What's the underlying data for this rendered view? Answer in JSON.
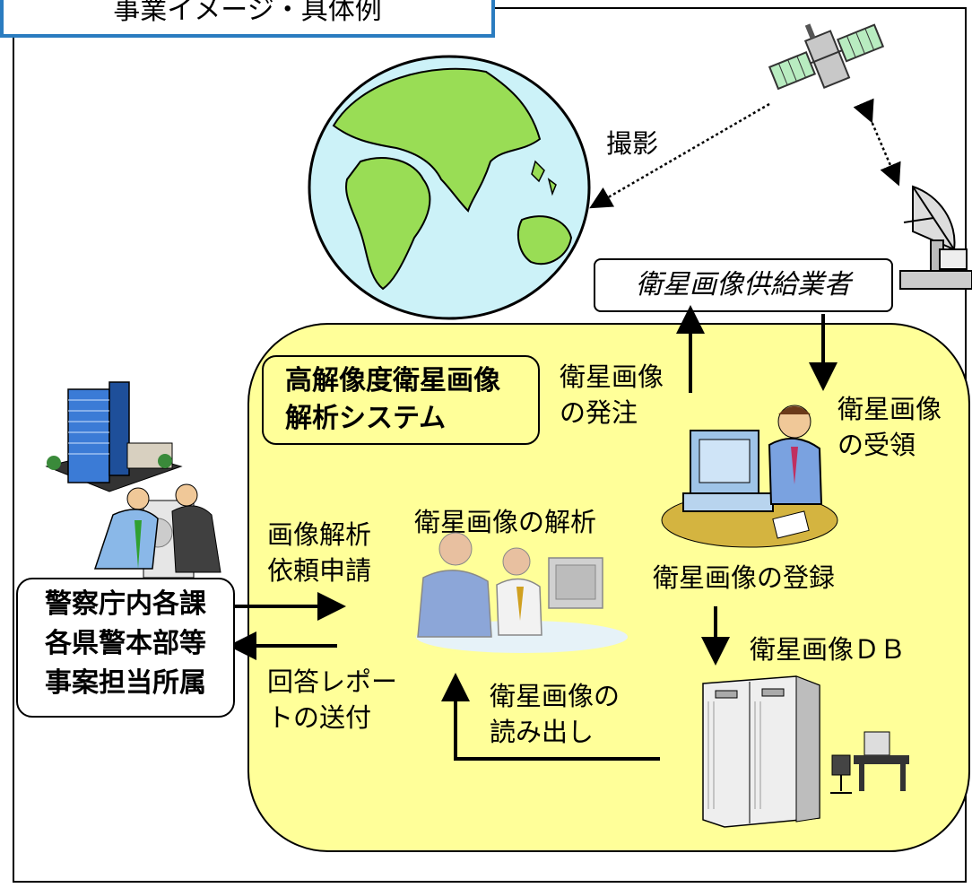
{
  "title": "事業イメージ・具体例",
  "labels": {
    "photography": "撮影",
    "supplier": "衛星画像供給業者",
    "system": "高解像度衛星画像\n解析システム",
    "order": "衛星画像\nの発注",
    "receive": "衛星画像\nの受領",
    "analysis": "衛星画像の解析",
    "request": "画像解析\n依頼申請",
    "police": "警察庁内各課\n各県警本部等\n事案担当所属",
    "register": "衛星画像の登録",
    "db": "衛星画像ＤＢ",
    "report": "回答レポー\nトの送付",
    "readout": "衛星画像の\n読み出し"
  },
  "icons": [
    "satellite-icon",
    "earth-globe-icon",
    "satellite-dish-icon",
    "office-building-icon",
    "businessmen-icon",
    "operator-computer-icon",
    "analysts-icon",
    "server-icon",
    "workstation-icon"
  ],
  "colors": {
    "title_border": "#2a7cc0",
    "system_area": "#ffff99",
    "earth_land": "#99dd55",
    "earth_sea": "#ccf2f8"
  }
}
